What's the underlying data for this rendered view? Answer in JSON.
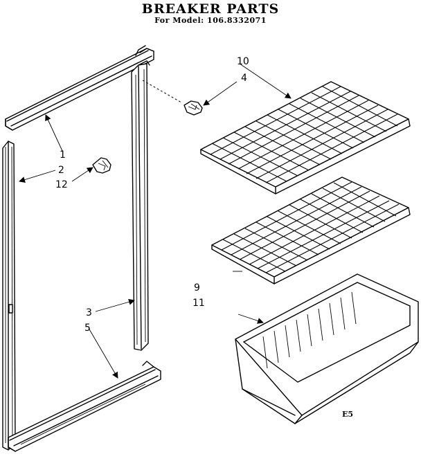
{
  "diagram": {
    "title": "BREAKER PARTS",
    "model_line": "For Model: 106.8332071",
    "page_code": "E5",
    "callouts": {
      "c1": "1",
      "c2": "2",
      "c12": "12",
      "c3": "3",
      "c5": "5",
      "c10": "10",
      "c4": "4",
      "c9": "9",
      "c11": "11"
    }
  }
}
